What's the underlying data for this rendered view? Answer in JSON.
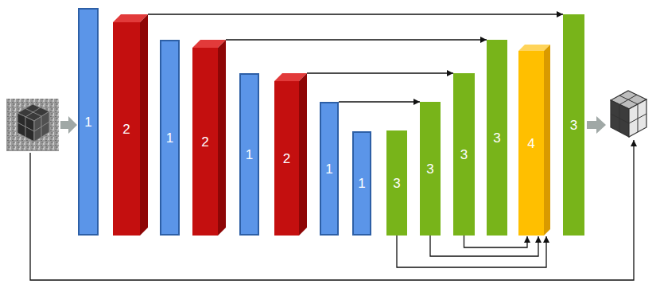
{
  "diagram": {
    "nodes": [
      {
        "text": [
          "1"
        ]
      },
      {
        "text": [
          "2"
        ]
      },
      {
        "text": [
          "1"
        ]
      },
      {
        "text": [
          "2"
        ]
      },
      {
        "text": [
          "1"
        ]
      },
      {
        "text": [
          "2"
        ]
      },
      {
        "text": [
          "1"
        ]
      },
      {
        "text": [
          "1"
        ]
      },
      {
        "text": [
          "3"
        ]
      },
      {
        "text": [
          "3"
        ]
      },
      {
        "text": [
          "3"
        ]
      },
      {
        "text": [
          "3"
        ]
      },
      {
        "text": [
          "4"
        ]
      },
      {
        "text": [
          "3"
        ]
      }
    ],
    "edges": [
      {
        "from": 1,
        "to": 13,
        "arrow": "to"
      },
      {
        "from": 3,
        "to": 11,
        "arrow": "to"
      },
      {
        "from": 5,
        "to": 10,
        "arrow": "to"
      },
      {
        "from": 6,
        "to": 9,
        "arrow": "to"
      },
      {
        "from": 8,
        "to": 12,
        "arrow": "to"
      },
      {
        "from": 9,
        "to": 12,
        "arrow": "to"
      },
      {
        "from": 10,
        "to": 12,
        "arrow": "to"
      }
    ]
  }
}
